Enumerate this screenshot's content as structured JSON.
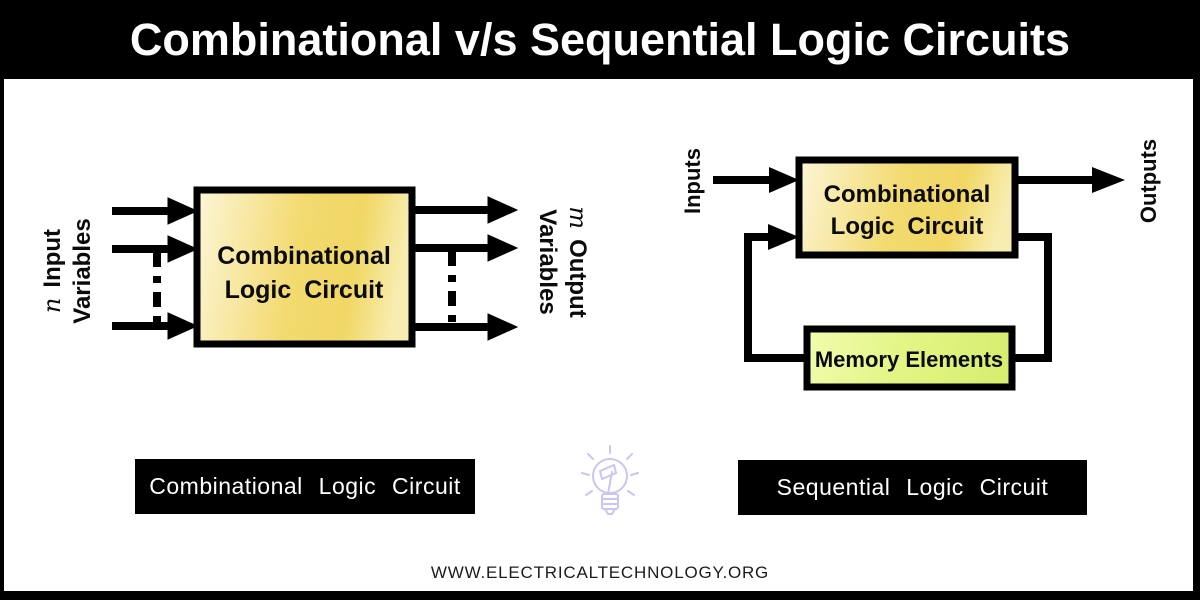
{
  "title": "Combinational v/s Sequential Logic Circuits",
  "left_diagram": {
    "caption": "Combinational Logic Circuit",
    "box": {
      "line1": "Combinational",
      "line2": "Logic Circuit"
    },
    "input_label": {
      "symbol": "n",
      "word": "Input",
      "line2": "Variables"
    },
    "output_label": {
      "symbol": "m",
      "word": "Output",
      "line2": "Variables"
    }
  },
  "right_diagram": {
    "caption": "Sequential Logic Circuit",
    "box": {
      "line1": "Combinational",
      "line2": "Logic Circuit"
    },
    "memory_box": {
      "label": "Memory Elements"
    },
    "input_label": "Inputs",
    "output_label": "Outputs"
  },
  "footer": {
    "website": "WWW.ELECTRICALTECHNOLOGY.ORG"
  },
  "icons": {
    "center_divider": "lightbulb-icon"
  },
  "colors": {
    "frame": "#000000",
    "title_text": "#ffffff",
    "gold_light": "#fcf6d8",
    "gold": "#f3da70",
    "gold_edge": "#f8edb0",
    "lime_light": "#f2fcb0",
    "lime": "#dff381",
    "lime_edge": "#d7ee71",
    "lightbulb": "#c9c7f1",
    "footer_text": "#1c1c1c"
  }
}
